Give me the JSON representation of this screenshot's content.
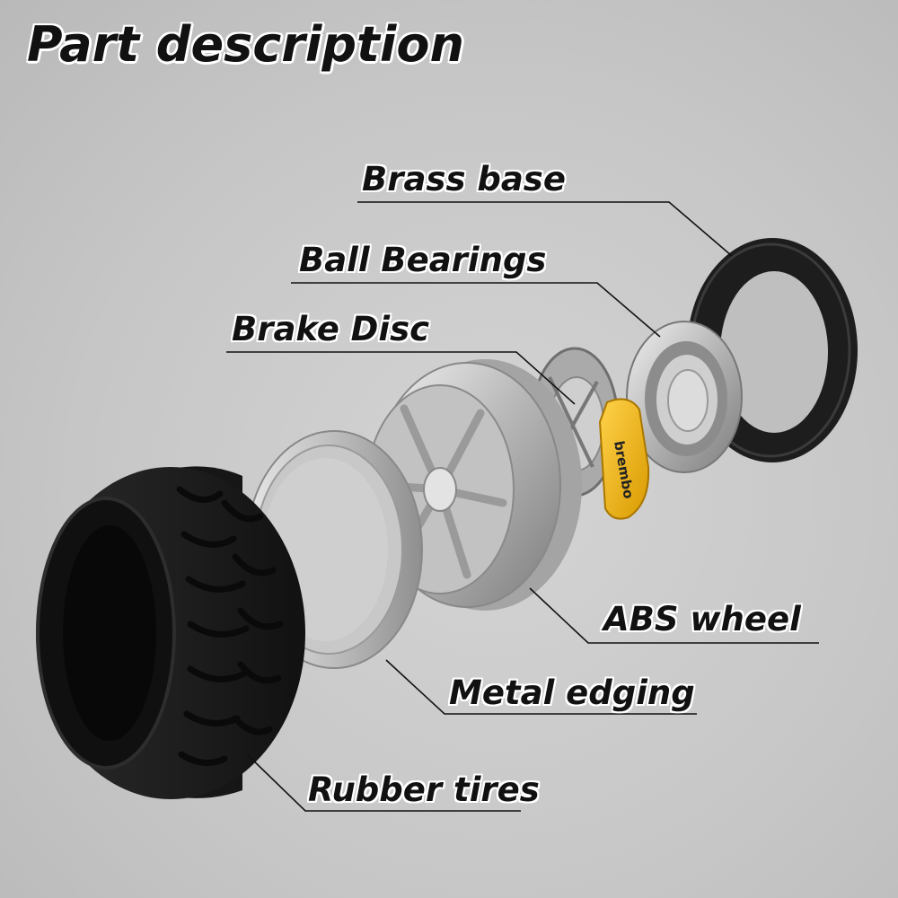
{
  "title": "Part description",
  "labels": {
    "brass_base": "Brass base",
    "ball_bearings": "Ball Bearings",
    "brake_disc": "Brake Disc",
    "abs_wheel": "ABS wheel",
    "metal_edging": "Metal edging",
    "rubber_tires": "Rubber tires"
  },
  "caliper_brand": "brembo",
  "colors": {
    "background": "#c9c9c9",
    "rubber": "#1e1e1e",
    "metal": "#b8b8b8",
    "caliper": "#f2b705",
    "leader_line": "#111111"
  }
}
